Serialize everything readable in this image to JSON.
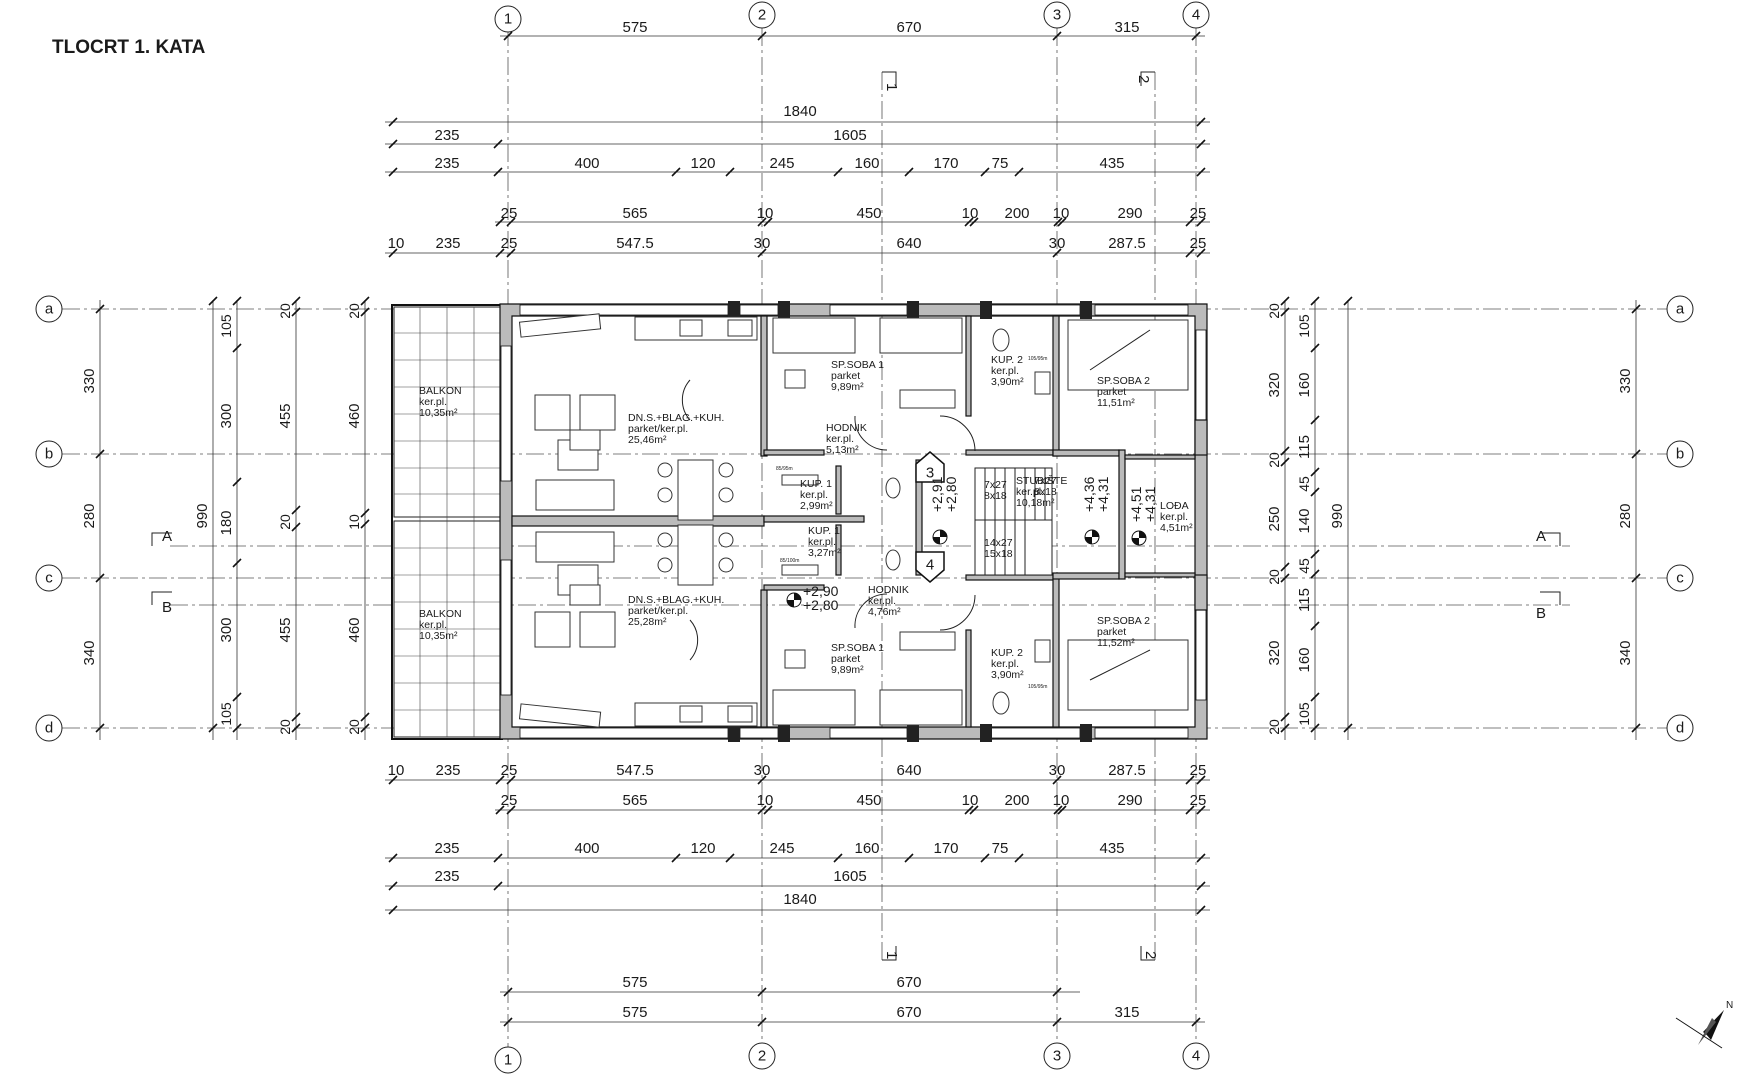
{
  "title": "TLOCRT 1. KATA",
  "col_axes": [
    "1",
    "2",
    "3",
    "4"
  ],
  "row_axes": [
    "a",
    "b",
    "c",
    "d"
  ],
  "section_marks": {
    "left": [
      "A",
      "B"
    ],
    "right": [
      "A",
      "B"
    ],
    "top": [
      "1",
      "2"
    ],
    "bottom": [
      "1",
      "2"
    ]
  },
  "dims_top": {
    "r1": [
      "575",
      "670",
      "315"
    ],
    "r2": [
      "1840"
    ],
    "r3": [
      "235",
      "1605"
    ],
    "r4": [
      "235",
      "400",
      "120",
      "245",
      "160",
      "170",
      "75",
      "435"
    ],
    "r5": [
      "25",
      "565",
      "10",
      "450",
      "10",
      "200",
      "10",
      "290",
      "25"
    ],
    "r6": [
      "10",
      "235",
      "25",
      "547.5",
      "30",
      "640",
      "30",
      "287.5",
      "25"
    ]
  },
  "dims_bottom": {
    "r1": [
      "10",
      "235",
      "25",
      "547.5",
      "30",
      "640",
      "30",
      "287.5",
      "25"
    ],
    "r2": [
      "25",
      "565",
      "10",
      "450",
      "10",
      "200",
      "10",
      "290",
      "25"
    ],
    "r3": [
      "235",
      "400",
      "120",
      "245",
      "160",
      "170",
      "75",
      "435"
    ],
    "r4": [
      "235",
      "1605"
    ],
    "r5": [
      "1840"
    ],
    "r6": [
      "575",
      "670"
    ],
    "r7": [
      "575",
      "670",
      "315"
    ]
  },
  "dims_left": {
    "c1": [
      "330",
      "280",
      "340"
    ],
    "c2": [
      "990"
    ],
    "c3": [
      "105",
      "300",
      "180",
      "300",
      "105"
    ],
    "c4": [
      "20",
      "455",
      "20",
      "455",
      "20"
    ],
    "c5": [
      "20",
      "460",
      "10",
      "460",
      "20"
    ]
  },
  "dims_right": {
    "c1": [
      "20",
      "320",
      "20",
      "250",
      "20",
      "320",
      "20"
    ],
    "c2": [
      "105",
      "160",
      "115",
      "45",
      "140",
      "45",
      "115",
      "160",
      "105"
    ],
    "c3": [
      "990"
    ],
    "c4": [
      "330",
      "280",
      "340"
    ]
  },
  "rooms": [
    {
      "name": "BALKON",
      "floor": "ker.pl.",
      "area": "10,35m²"
    },
    {
      "name": "DN.S.+BLAG.+KUH.",
      "floor": "parket/ker.pl.",
      "area": "25,46m²"
    },
    {
      "name": "SP.SOBA 1",
      "floor": "parket",
      "area": "9,89m²"
    },
    {
      "name": "KUP. 2",
      "floor": "ker.pl.",
      "area": "3,90m²"
    },
    {
      "name": "SP.SOBA 2",
      "floor": "parket",
      "area": "11,51m²"
    },
    {
      "name": "HODNIK",
      "floor": "ker.pl.",
      "area": "5,13m²"
    },
    {
      "name": "KUP. 1",
      "floor": "ker.pl.",
      "area": "2,99m²"
    },
    {
      "name": "STUBIŠTE",
      "floor": "ker.pl.",
      "area": "10,18m²"
    },
    {
      "name": "LOĐA",
      "floor": "ker.pl.",
      "area": "4,51m²"
    },
    {
      "name": "KUP. 1",
      "floor": "ker.pl.",
      "area": "3,27m²"
    },
    {
      "name": "BALKON",
      "floor": "ker.pl.",
      "area": "10,35m²"
    },
    {
      "name": "DN.S.+BLAG.+KUH.",
      "floor": "parket/ker.pl.",
      "area": "25,28m²"
    },
    {
      "name": "HODNIK",
      "floor": "ker.pl.",
      "area": "4,76m²"
    },
    {
      "name": "SP.SOBA 2",
      "floor": "parket",
      "area": "11,52m²"
    },
    {
      "name": "SP.SOBA 1",
      "floor": "parket",
      "area": "9,89m²"
    },
    {
      "name": "KUP. 2",
      "floor": "ker.pl.",
      "area": "3,90m²"
    }
  ],
  "levels": [
    {
      "a": "+2,91",
      "b": "+2,80"
    },
    {
      "a": "+4,36",
      "b": "+4,31"
    },
    {
      "a": "+4,51",
      "b": "+4,31"
    },
    {
      "a": "+2,90",
      "b": "+2,80"
    }
  ],
  "stair_numbers": [
    "3",
    "4"
  ],
  "stairs": [
    "7x27",
    "8x18",
    "7x27",
    "8x18",
    "14x27",
    "15x18"
  ],
  "small_notes": [
    "85/95m",
    "85/100m",
    "105/95m",
    "105/95m"
  ],
  "north_label": "N"
}
